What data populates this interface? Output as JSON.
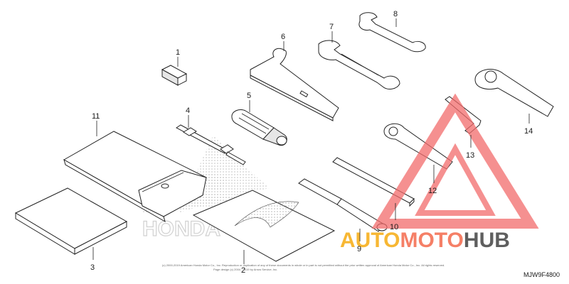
{
  "diagram": {
    "part_numbers": [
      "1",
      "2",
      "3",
      "4",
      "5",
      "6",
      "7",
      "8",
      "9",
      "10",
      "11",
      "12",
      "13",
      "14"
    ],
    "drawing_code": "MJW9F4800",
    "copyright_line1": "(c) 2000-2019 American Honda Motor Co., Inc. Reproduction or duplication of any of these documents in whole or in part is not permitted without the prior written approval of American Honda Motor Co., Inc. All rights reserved.",
    "copyright_line2": "Page design (c) 2004 - 2019 by Arrow Service, Inc.",
    "brand_watermark": "HONDA",
    "site_watermark": {
      "part1": "AUTO",
      "part2": "MOTO",
      "part3": "HUB",
      "colors": {
        "auto": "#f7b733",
        "moto": "#f57f66",
        "hub": "#5e5e5e",
        "triangle": "#f26b6b"
      }
    }
  }
}
